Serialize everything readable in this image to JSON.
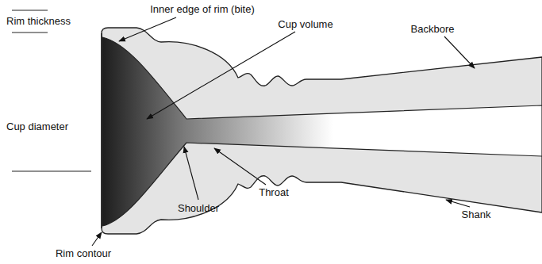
{
  "diagram": {
    "labels": [
      "Inner edge of rim (bite)",
      "Cup volume",
      "Rim thickness",
      "Cup diameter",
      "Backbore",
      "Throat",
      "Shoulder",
      "Shank",
      "Rim contour"
    ]
  }
}
